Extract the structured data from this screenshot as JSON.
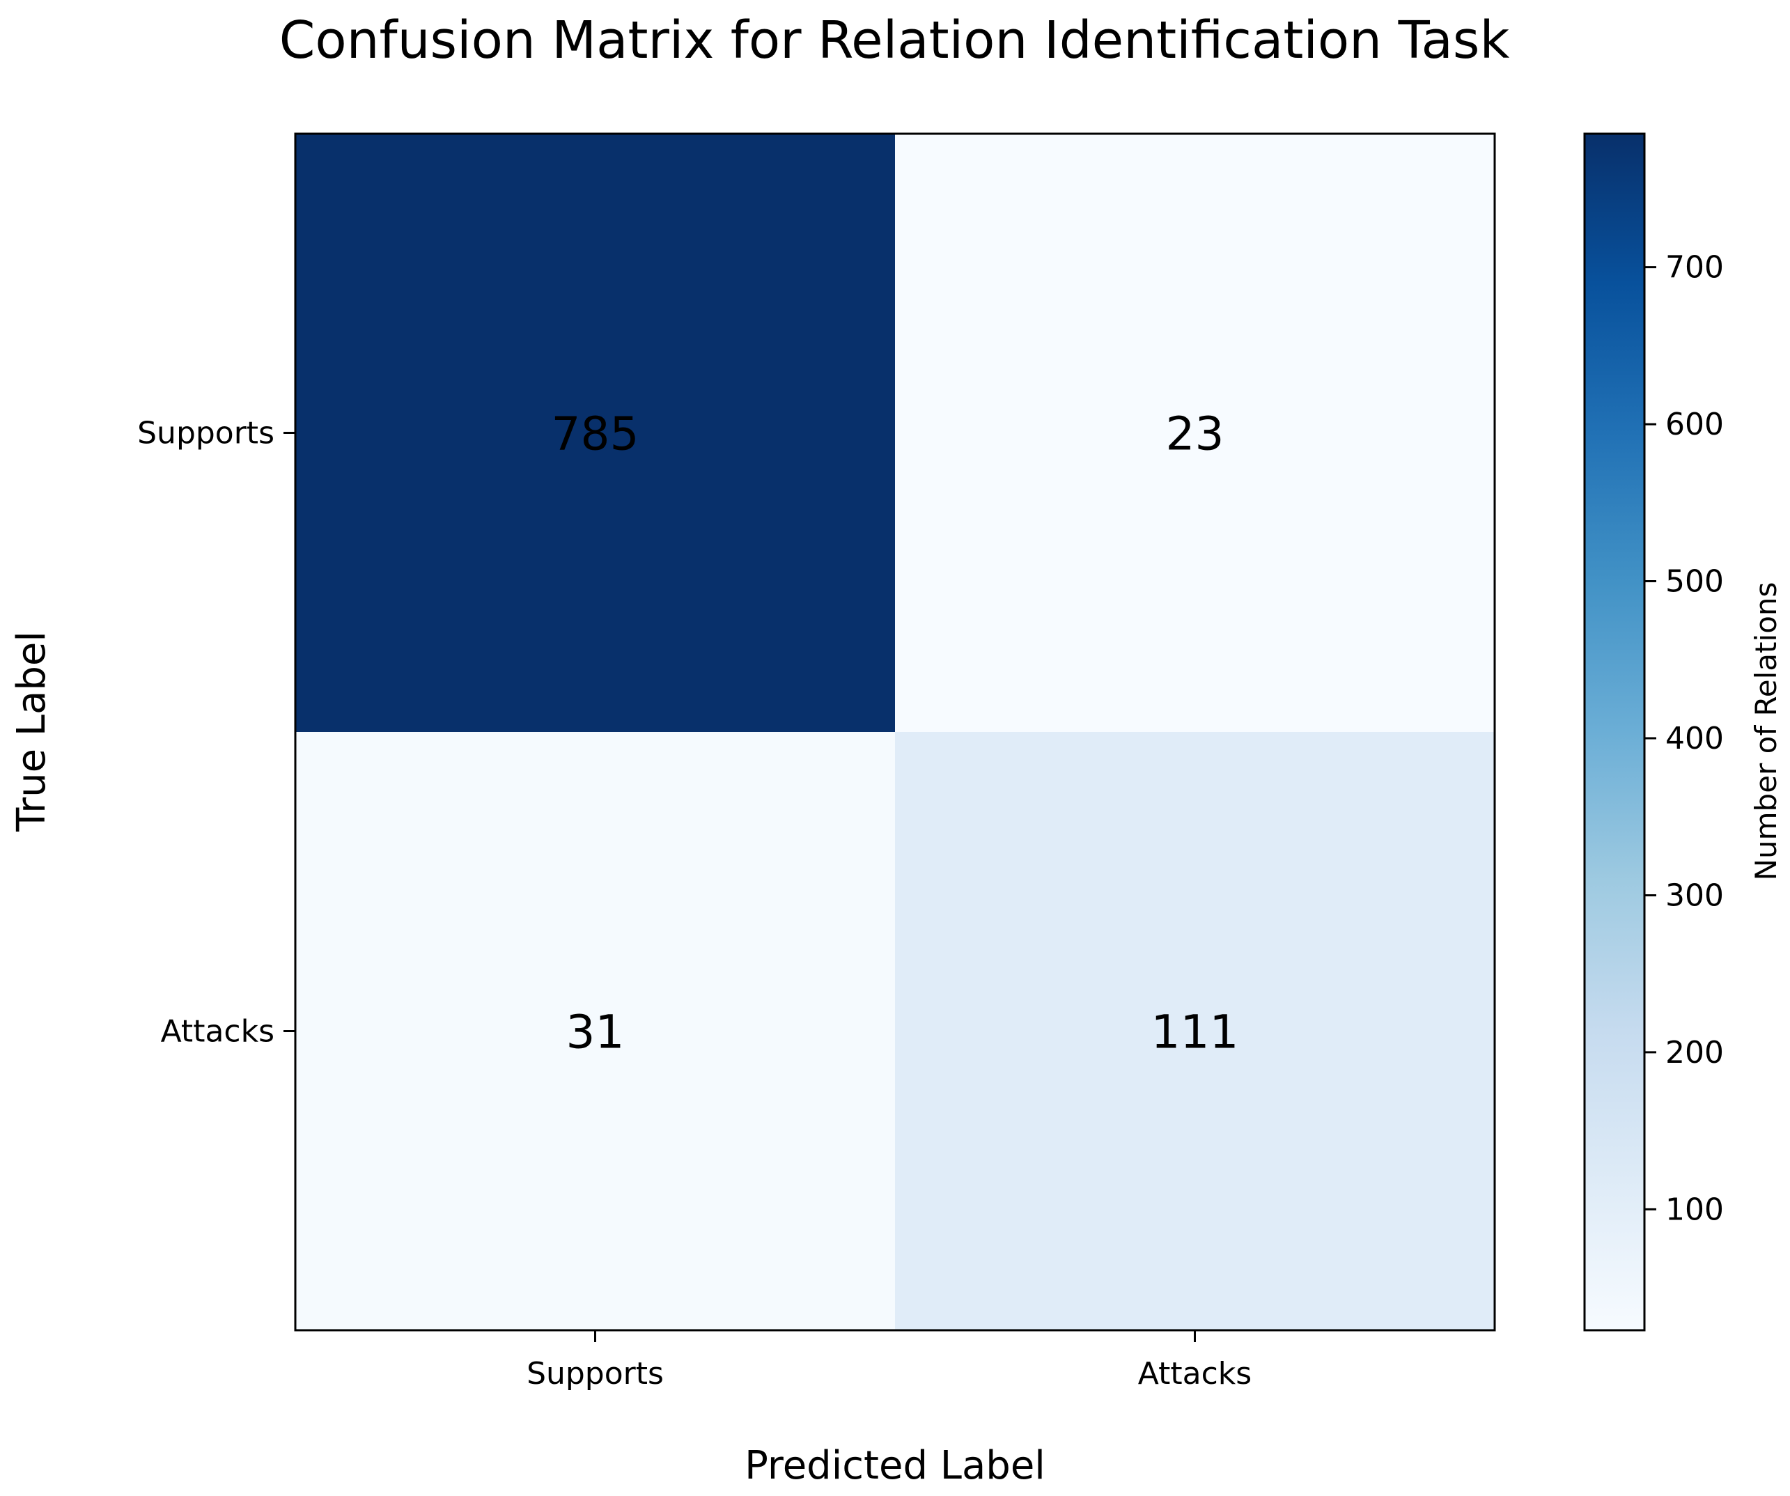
{
  "chart_data": {
    "type": "heatmap",
    "title": "Confusion Matrix for Relation Identification Task",
    "xlabel": "Predicted Label",
    "ylabel": "True Label",
    "x_categories": [
      "Supports",
      "Attacks"
    ],
    "y_categories": [
      "Supports",
      "Attacks"
    ],
    "matrix": [
      [
        785,
        23
      ],
      [
        31,
        111
      ]
    ],
    "colorbar": {
      "label": "Number of Relations",
      "range": [
        23,
        785
      ],
      "ticks": [
        100,
        200,
        300,
        400,
        500,
        600,
        700
      ]
    },
    "colormap": "Blues",
    "colors": {
      "low": "#f7fbff",
      "high": "#08306b",
      "text": "#000000",
      "axis": "#000000"
    }
  }
}
